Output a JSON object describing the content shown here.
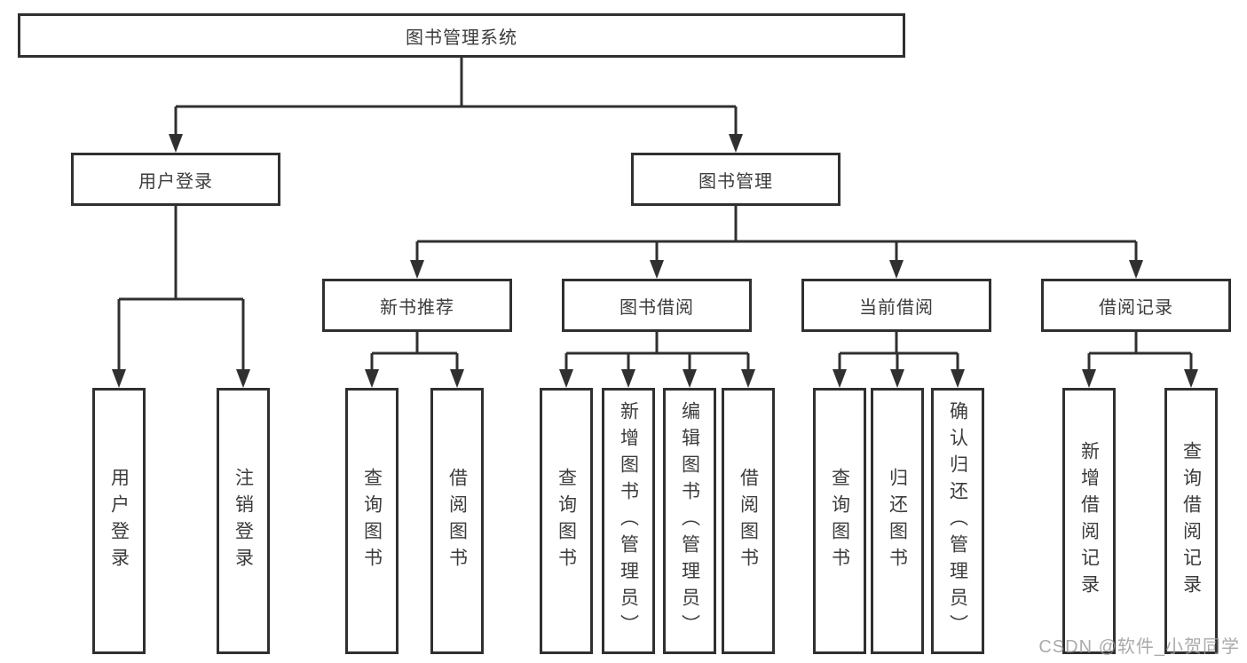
{
  "tree": {
    "label": "图书管理系统",
    "children": [
      {
        "label": "用户登录",
        "children": [
          {
            "label": "用户登录"
          },
          {
            "label": "注销登录"
          }
        ]
      },
      {
        "label": "图书管理",
        "children": [
          {
            "label": "新书推荐",
            "children": [
              {
                "label": "查询图书"
              },
              {
                "label": "借阅图书"
              }
            ]
          },
          {
            "label": "图书借阅",
            "children": [
              {
                "label": "查询图书"
              },
              {
                "label": "新增图书（管理员）"
              },
              {
                "label": "编辑图书（管理员）"
              },
              {
                "label": "借阅图书"
              }
            ]
          },
          {
            "label": "当前借阅",
            "children": [
              {
                "label": "查询图书"
              },
              {
                "label": "归还图书"
              },
              {
                "label": "确认归还（管理员）"
              }
            ]
          },
          {
            "label": "借阅记录",
            "children": [
              {
                "label": "新增借阅记录"
              },
              {
                "label": "查询借阅记录"
              }
            ]
          }
        ]
      }
    ]
  },
  "watermark": {
    "text": "CSDN @软件_小贺同学"
  },
  "colors": {
    "line": "#303030",
    "box_border": "#303030",
    "text": "#3c3c3c",
    "watermark": "#9c9c9c",
    "background": "#ffffff"
  }
}
